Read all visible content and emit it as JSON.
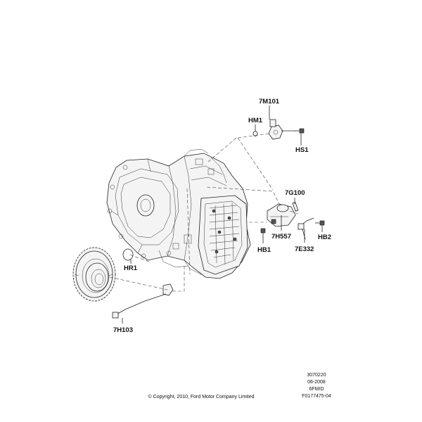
{
  "callouts": {
    "p7M101": "7M101",
    "HM1": "HM1",
    "HS1": "HS1",
    "p7G100": "7G100",
    "p7H557": "7H557",
    "HB1": "HB1",
    "HB2": "HB2",
    "p7E332": "7E332",
    "HR1": "HR1",
    "p7H103": "7H103"
  },
  "meta": {
    "code": "3070220",
    "date": "06-2008",
    "model": "6FMID",
    "figure_id": "F0177475-04"
  },
  "copyright": "© Copyright, 2010, Ford Motor Company Limited"
}
